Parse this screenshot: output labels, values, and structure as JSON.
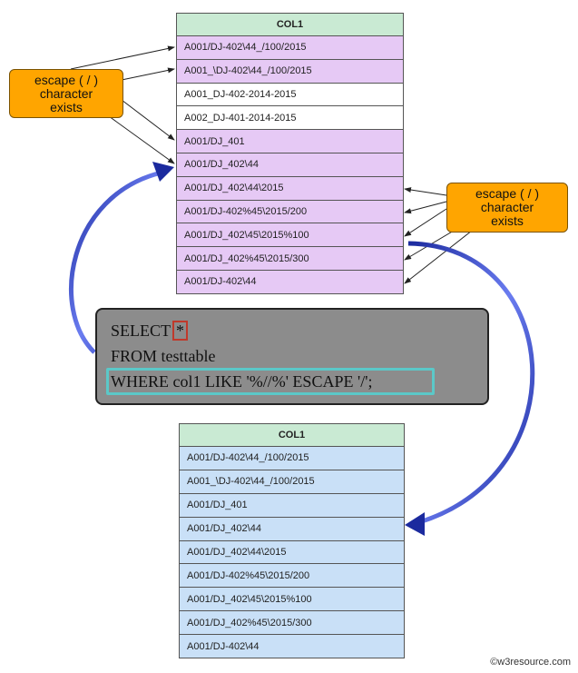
{
  "top_table": {
    "header": "COL1",
    "rows": [
      {
        "text": "A001/DJ-402\\44_/100/2015",
        "match": true
      },
      {
        "text": "A001_\\DJ-402\\44_/100/2015",
        "match": true
      },
      {
        "text": "A001_DJ-402-2014-2015",
        "match": false
      },
      {
        "text": "A002_DJ-401-2014-2015",
        "match": false
      },
      {
        "text": "A001/DJ_401",
        "match": true
      },
      {
        "text": "A001/DJ_402\\44",
        "match": true
      },
      {
        "text": "A001/DJ_402\\44\\2015",
        "match": true
      },
      {
        "text": "A001/DJ-402%45\\2015/200",
        "match": true
      },
      {
        "text": "A001/DJ_402\\45\\2015%100",
        "match": true
      },
      {
        "text": "A001/DJ_402%45\\2015/300",
        "match": true
      },
      {
        "text": "A001/DJ-402\\44",
        "match": true
      }
    ]
  },
  "callout_left": {
    "line1": "escape ( / )",
    "line2": "character",
    "line3": "exists"
  },
  "callout_right": {
    "line1": "escape ( / )",
    "line2": "character",
    "line3": "exists"
  },
  "sql": {
    "select": "SELECT",
    "star": "*",
    "from": "FROM testtable",
    "where": "WHERE col1  LIKE '%//%' ESCAPE '/';"
  },
  "bottom_table": {
    "header": "COL1",
    "rows": [
      "A001/DJ-402\\44_/100/2015",
      "A001_\\DJ-402\\44_/100/2015",
      "A001/DJ_401",
      "A001/DJ_402\\44",
      "A001/DJ_402\\44\\2015",
      "A001/DJ-402%45\\2015/200",
      "A001/DJ_402\\45\\2015%100",
      "A001/DJ_402%45\\2015/300",
      "A001/DJ-402\\44"
    ]
  },
  "watermark": "©w3resource.com",
  "colors": {
    "match_row": "#e6c9f5",
    "result_row": "#c9e0f7",
    "header": "#c9ead3",
    "callout": "#ffa500",
    "big_arrow": "#3344cc"
  }
}
